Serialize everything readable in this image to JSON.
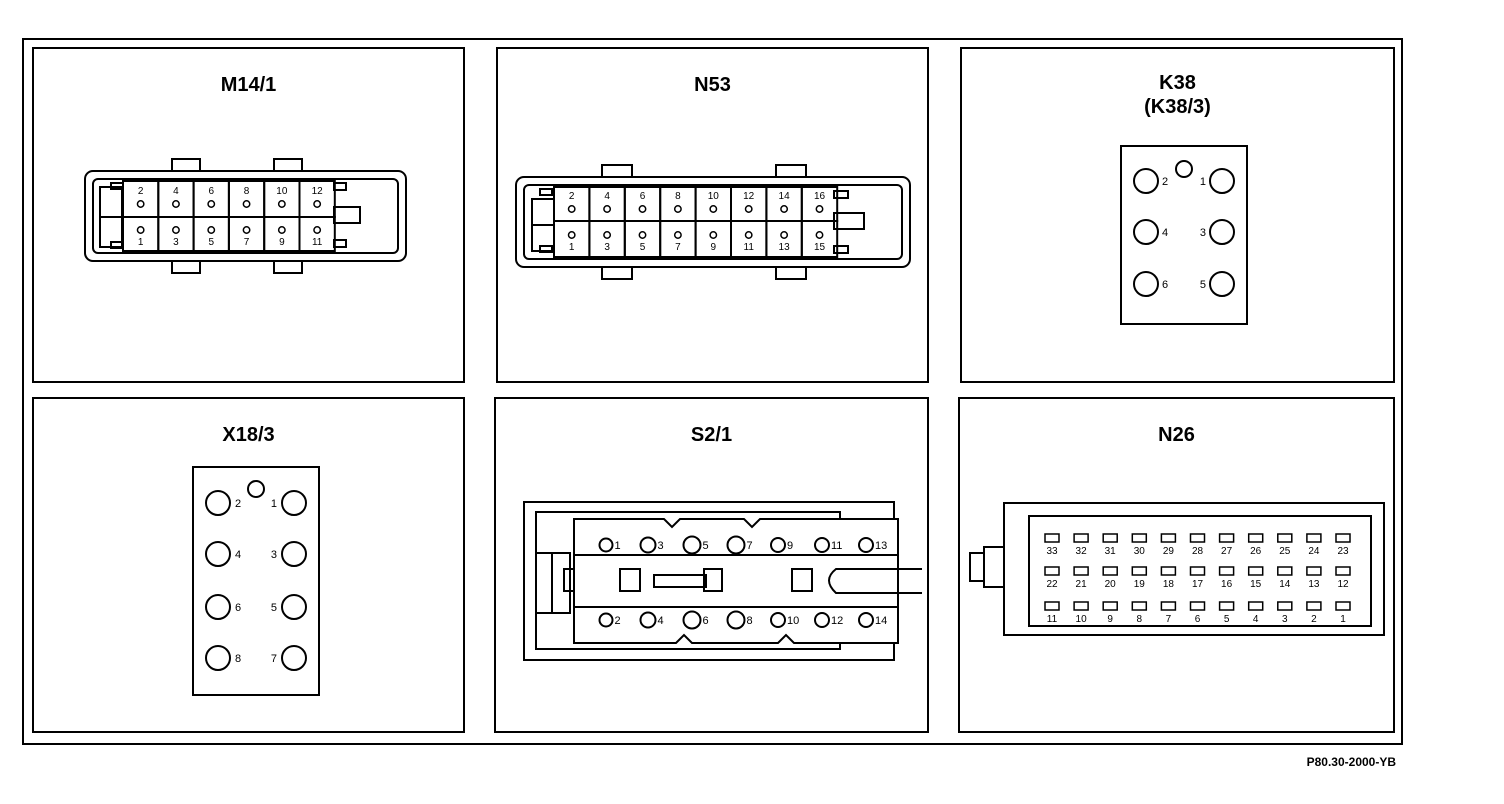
{
  "panels": {
    "m14": {
      "title": "M14/1",
      "pins_top": [
        "2",
        "4",
        "6",
        "8",
        "10",
        "12"
      ],
      "pins_bottom": [
        "1",
        "3",
        "5",
        "7",
        "9",
        "11"
      ]
    },
    "n53": {
      "title": "N53",
      "pins_top": [
        "2",
        "4",
        "6",
        "8",
        "10",
        "12",
        "14",
        "16"
      ],
      "pins_bottom": [
        "1",
        "3",
        "5",
        "7",
        "9",
        "11",
        "13",
        "15"
      ]
    },
    "k38": {
      "title": "K38",
      "subtitle": "(K38/3)",
      "pins_left": [
        "2",
        "4",
        "6"
      ],
      "pins_right": [
        "1",
        "3",
        "5"
      ]
    },
    "x18": {
      "title": "X18/3",
      "pins_left": [
        "2",
        "4",
        "6",
        "8"
      ],
      "pins_right": [
        "1",
        "3",
        "5",
        "7"
      ]
    },
    "s21": {
      "title": "S2/1",
      "pins_top": [
        "1",
        "3",
        "5",
        "7",
        "9",
        "11",
        "13"
      ],
      "pins_bottom": [
        "2",
        "4",
        "6",
        "8",
        "10",
        "12",
        "14"
      ]
    },
    "n26": {
      "title": "N26",
      "row1": [
        "33",
        "32",
        "31",
        "30",
        "29",
        "28",
        "27",
        "26",
        "25",
        "24",
        "23"
      ],
      "row2": [
        "22",
        "21",
        "20",
        "19",
        "18",
        "17",
        "16",
        "15",
        "14",
        "13",
        "12"
      ],
      "row3": [
        "11",
        "10",
        "9",
        "8",
        "7",
        "6",
        "5",
        "4",
        "3",
        "2",
        "1"
      ]
    }
  },
  "reference": "P80.30-2000-YB"
}
